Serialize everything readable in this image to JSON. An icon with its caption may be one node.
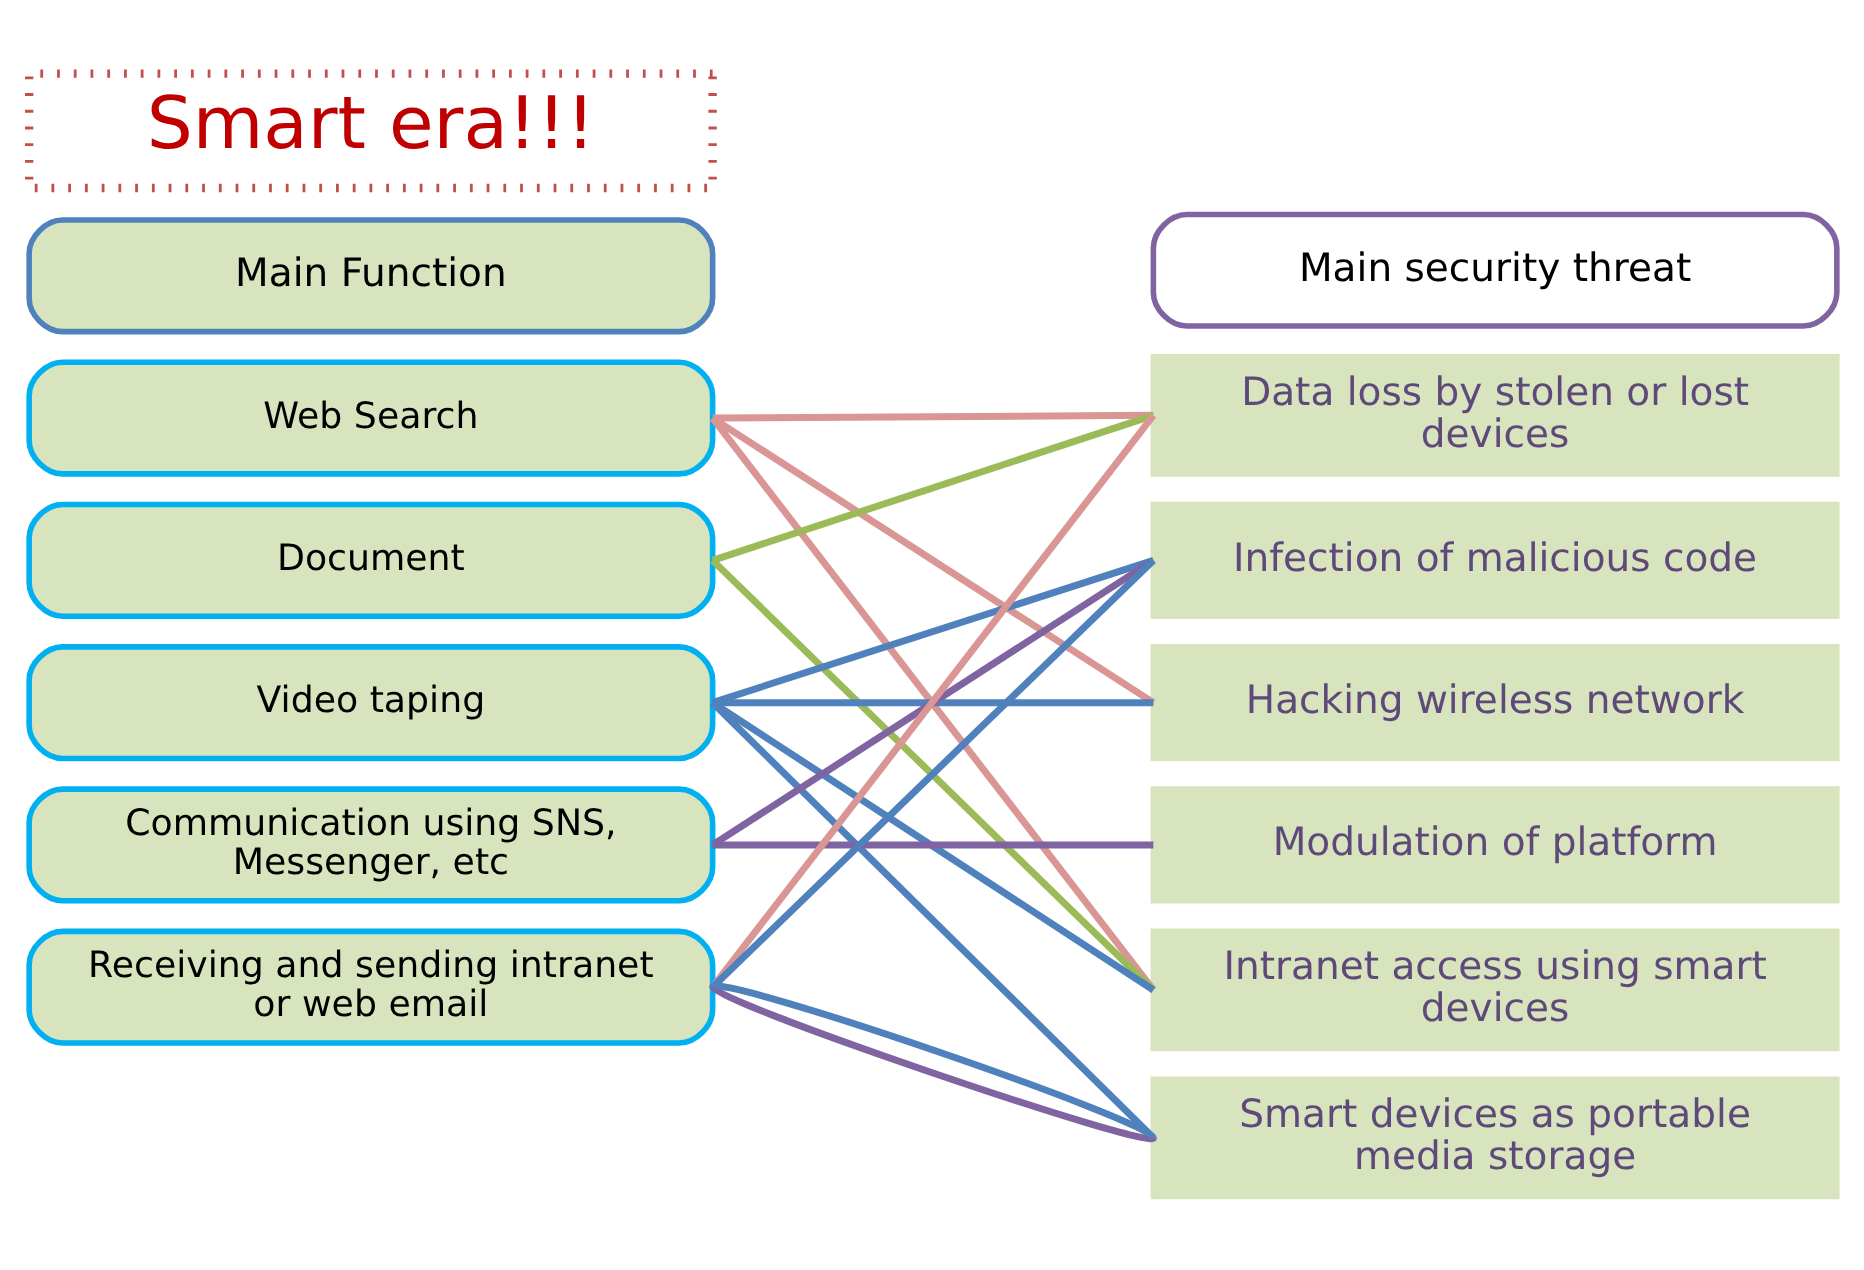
{
  "diagram": {
    "nodes": [
      {
        "text": [
          "Smart era!!!"
        ]
      },
      {
        "text": [
          "Main Function"
        ]
      },
      {
        "text": [
          "Web Search"
        ]
      },
      {
        "text": [
          "Document"
        ]
      },
      {
        "text": [
          "Video taping"
        ]
      },
      {
        "text": [
          "Communication using SNS, Messenger, etc"
        ]
      },
      {
        "text": [
          "Receiving and sending intranet or web email"
        ]
      },
      {
        "text": [
          "Main security threat"
        ]
      },
      {
        "text": [
          "Data loss by stolen or lost devices"
        ]
      },
      {
        "text": [
          "Infection of malicious code"
        ]
      },
      {
        "text": [
          "Hacking wireless network"
        ]
      },
      {
        "text": [
          "Modulation of platform"
        ]
      },
      {
        "text": [
          "Intranet access using smart devices"
        ]
      },
      {
        "text": [
          "Smart devices as portable media storage"
        ]
      }
    ],
    "edges": [
      {
        "from": 2,
        "to": 8,
        "arrow": "none",
        "color": "#d99694"
      },
      {
        "from": 2,
        "to": 10,
        "arrow": "none",
        "color": "#d99694"
      },
      {
        "from": 2,
        "to": 12,
        "arrow": "none",
        "color": "#d99694"
      },
      {
        "from": 3,
        "to": 8,
        "arrow": "none",
        "color": "#9bbb59"
      },
      {
        "from": 3,
        "to": 12,
        "arrow": "none",
        "color": "#9bbb59"
      },
      {
        "from": 4,
        "to": 9,
        "arrow": "none"
      },
      {
        "from": 4,
        "to": 10,
        "arrow": "none"
      },
      {
        "from": 4,
        "to": 12,
        "arrow": "none"
      },
      {
        "from": 4,
        "to": 13,
        "arrow": "none"
      },
      {
        "from": 5,
        "to": 9,
        "arrow": "none",
        "color": "#8064a2"
      },
      {
        "from": 5,
        "to": 11,
        "arrow": "none",
        "color": "#8064a2"
      },
      {
        "from": 6,
        "to": 8,
        "arrow": "none",
        "color": "#d99694"
      },
      {
        "from": 6,
        "to": 9,
        "arrow": "none"
      },
      {
        "from": 6,
        "to": 13,
        "arrow": "none",
        "color": "#8064a2"
      },
      {
        "from": 6,
        "to": 13,
        "arrow": "none"
      }
    ]
  }
}
